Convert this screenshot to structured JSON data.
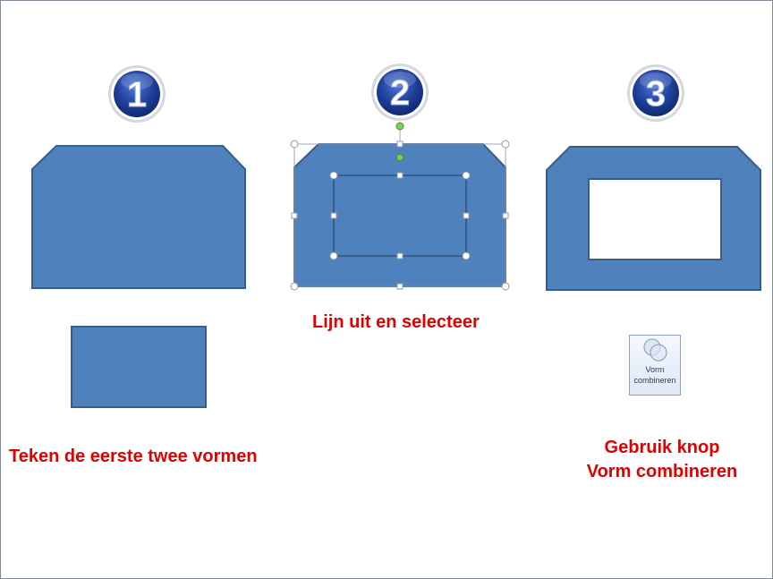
{
  "steps": [
    {
      "number": "1",
      "caption": "Teken de eerste twee vormen"
    },
    {
      "number": "2",
      "caption": "Lijn uit en selecteer"
    },
    {
      "number": "3",
      "caption_line1": "Gebruik knop",
      "caption_line2": "Vorm combineren"
    }
  ],
  "combine_button": {
    "label_line1": "Vorm",
    "label_line2": "combineren",
    "icon": "combine-shapes-icon"
  },
  "colors": {
    "shape_fill": "#4f81bd",
    "shape_stroke": "#385d8a",
    "caption": "#e00000",
    "badge": "#1f3f9a"
  }
}
